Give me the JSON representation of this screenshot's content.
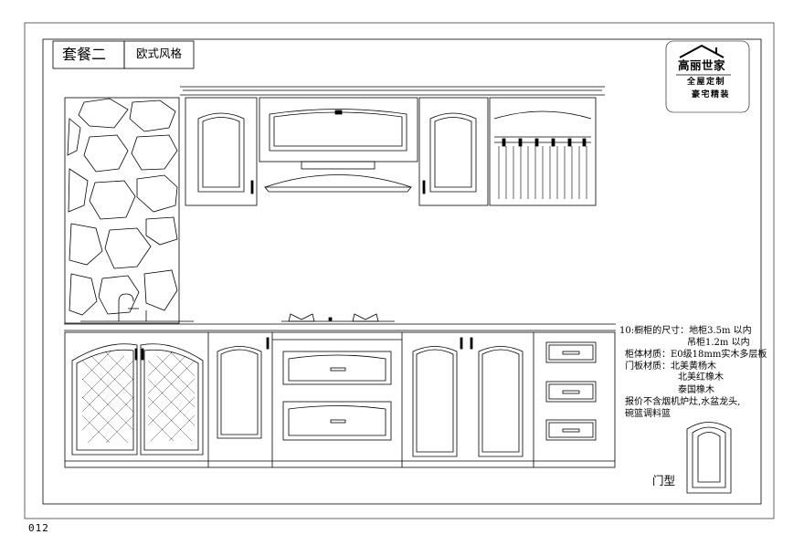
{
  "header": {
    "package_label": "套餐二",
    "style_label": "欧式风格"
  },
  "logo": {
    "name": "高丽世家",
    "slogan_line1": "全屋定制",
    "slogan_line2": "豪宅精装"
  },
  "specs": [
    "10:橱柜的尺寸：地柜3.5m 以内",
    "吊柜1.2m 以内",
    "柜体材质：E0级18mm实木多层板",
    "门板材质：北美黄杨木",
    "北美红橡木",
    "泰国橡木",
    "报价不含烟机炉灶,水盆龙头,",
    "碗篮调料篮"
  ],
  "door_label": "门型",
  "page_number": "012"
}
